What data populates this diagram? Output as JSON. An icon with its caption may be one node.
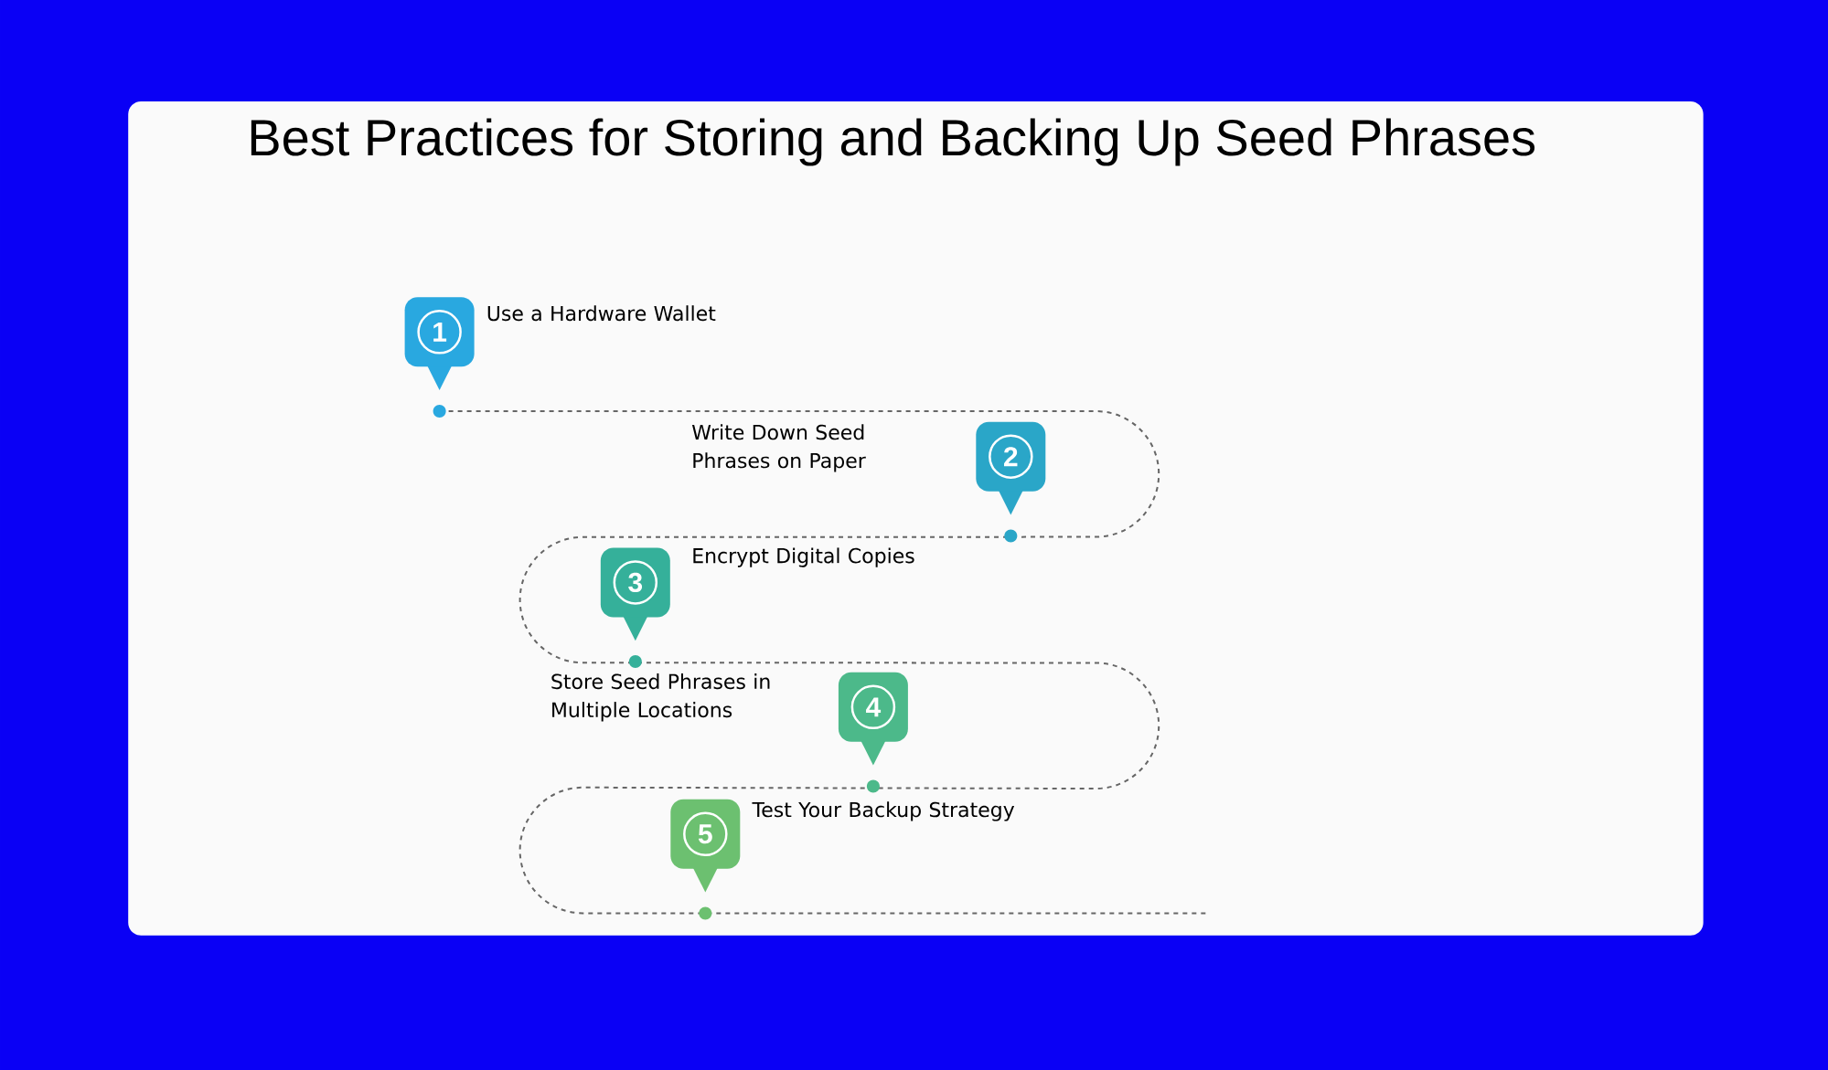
{
  "diagram": {
    "title": "Best Practices for Storing and Backing Up Seed Phrases",
    "nodes": [
      {
        "text": [
          "1"
        ]
      },
      {
        "text": [
          "2"
        ]
      },
      {
        "text": [
          "3"
        ]
      },
      {
        "text": [
          "4"
        ]
      },
      {
        "text": [
          "5"
        ]
      }
    ],
    "labels": [
      "Use a Hardware Wallet",
      "Write Down Seed Phrases on Paper",
      "Encrypt Digital Copies",
      "Store Seed Phrases in Multiple Locations",
      "Test Your Backup Strategy"
    ]
  }
}
